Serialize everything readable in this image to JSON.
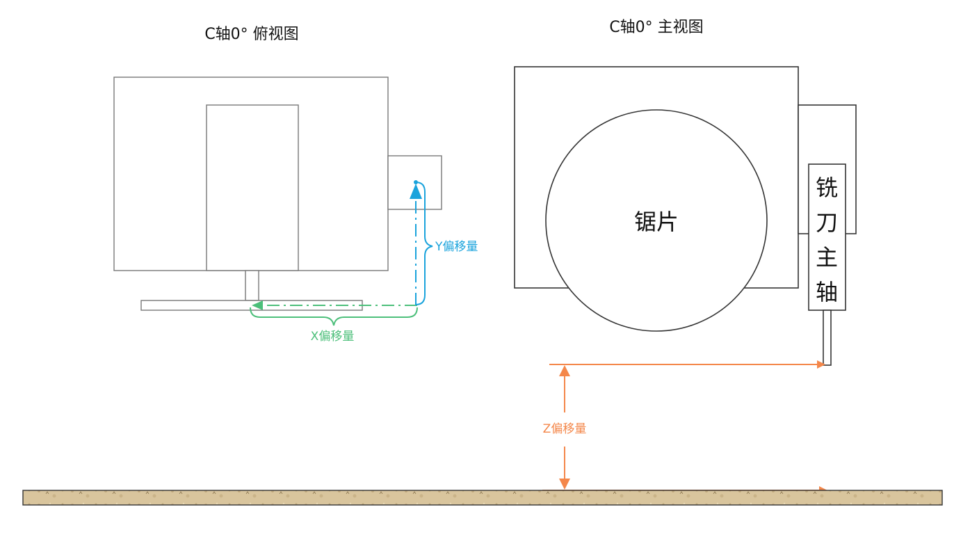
{
  "top_view": {
    "title": "C轴0° 俯视图",
    "x_offset_label": "X偏移量",
    "y_offset_label": "Y偏移量"
  },
  "front_view": {
    "title": "C轴0° 主视图",
    "saw_blade_label": "锯片",
    "spindle_chars": [
      "铣",
      "刀",
      "主",
      "轴"
    ],
    "z_offset_label": "Z偏移量"
  },
  "colors": {
    "x_offset": "#4cbf7a",
    "y_offset": "#1aa3dc",
    "z_offset": "#f4874a",
    "outline": "#333333",
    "ground": "#d6c29a"
  }
}
